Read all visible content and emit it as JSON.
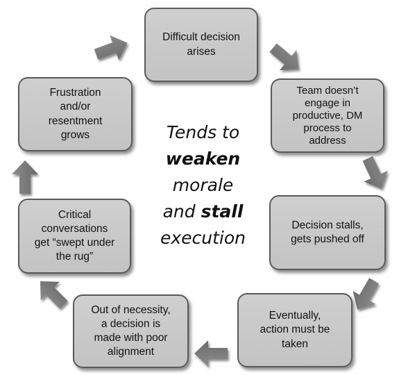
{
  "cycle": {
    "center": {
      "line1": "Tends to",
      "line2": "weaken",
      "line3": "morale",
      "line4_prefix": "and ",
      "line4_bold": "stall",
      "line5": "execution"
    },
    "steps": [
      {
        "id": "difficult-decision",
        "lines": [
          "Difficult decision",
          "arises"
        ]
      },
      {
        "id": "team-no-engage",
        "lines": [
          "Team doesn’t",
          "engage in",
          "productive, DM",
          "process to",
          "address"
        ]
      },
      {
        "id": "decision-stalls",
        "lines": [
          "Decision stalls,",
          "gets pushed off"
        ]
      },
      {
        "id": "action-taken",
        "lines": [
          "Eventually,",
          "action must be",
          "taken"
        ]
      },
      {
        "id": "poor-alignment",
        "lines": [
          "Out of necessity,",
          "a decision is",
          "made with poor",
          "alignment"
        ]
      },
      {
        "id": "swept-under-rug",
        "lines": [
          "Critical",
          "conversations",
          "get “swept under",
          "the rug”"
        ]
      },
      {
        "id": "frustration",
        "lines": [
          "Frustration",
          "and/or",
          "resentment",
          "grows"
        ]
      }
    ]
  }
}
